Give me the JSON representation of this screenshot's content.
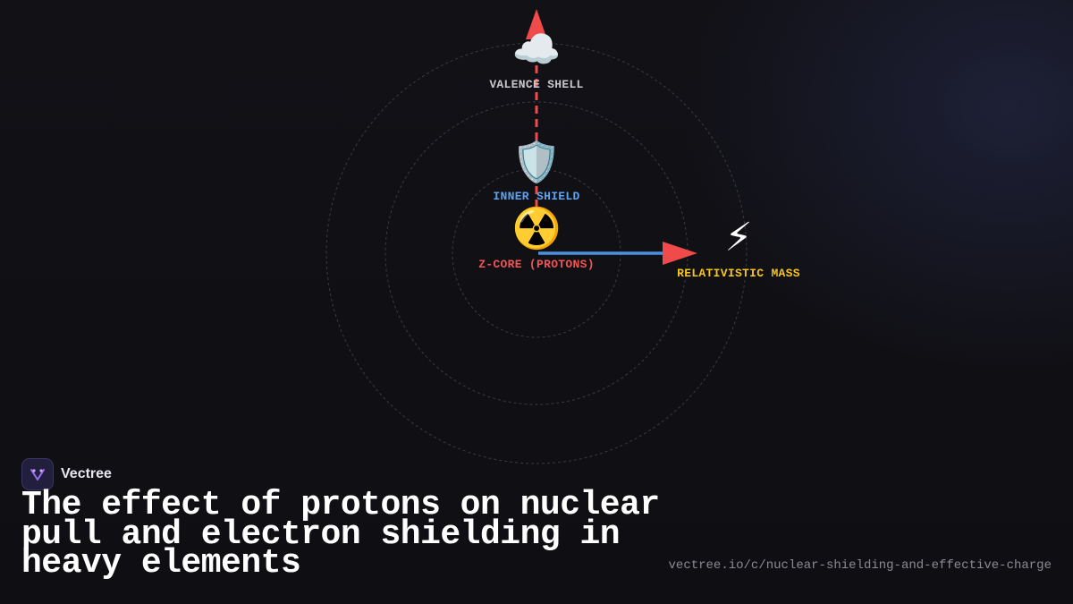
{
  "diagram": {
    "nodes": {
      "valence": {
        "icon": "cloud-icon",
        "glyph": "☁️",
        "label": "VALENCE SHELL",
        "color": "#c8c8cc"
      },
      "inner": {
        "icon": "shield-icon",
        "glyph": "🛡️",
        "label": "INNER SHIELD",
        "color": "#5aa2f0"
      },
      "core": {
        "icon": "radioactive-icon",
        "glyph": "☢️",
        "label": "Z-CORE (PROTONS)",
        "color": "#f05454"
      },
      "mass": {
        "icon": "lightning-icon",
        "glyph": "⚡",
        "label": "RELATIVISTIC MASS",
        "color": "#f5c518"
      }
    },
    "colors": {
      "pull_line": "#f04a4a",
      "mass_line": "#4a90e2",
      "arrowhead": "#f04a4a",
      "orbit": "#3a3a42"
    }
  },
  "brand": {
    "name": "Vectree",
    "logo_icon": "vectree-logo-icon"
  },
  "title": "The effect of protons on nuclear pull and electron shielding in heavy elements",
  "url": "vectree.io/c/nuclear-shielding-and-effective-charge"
}
